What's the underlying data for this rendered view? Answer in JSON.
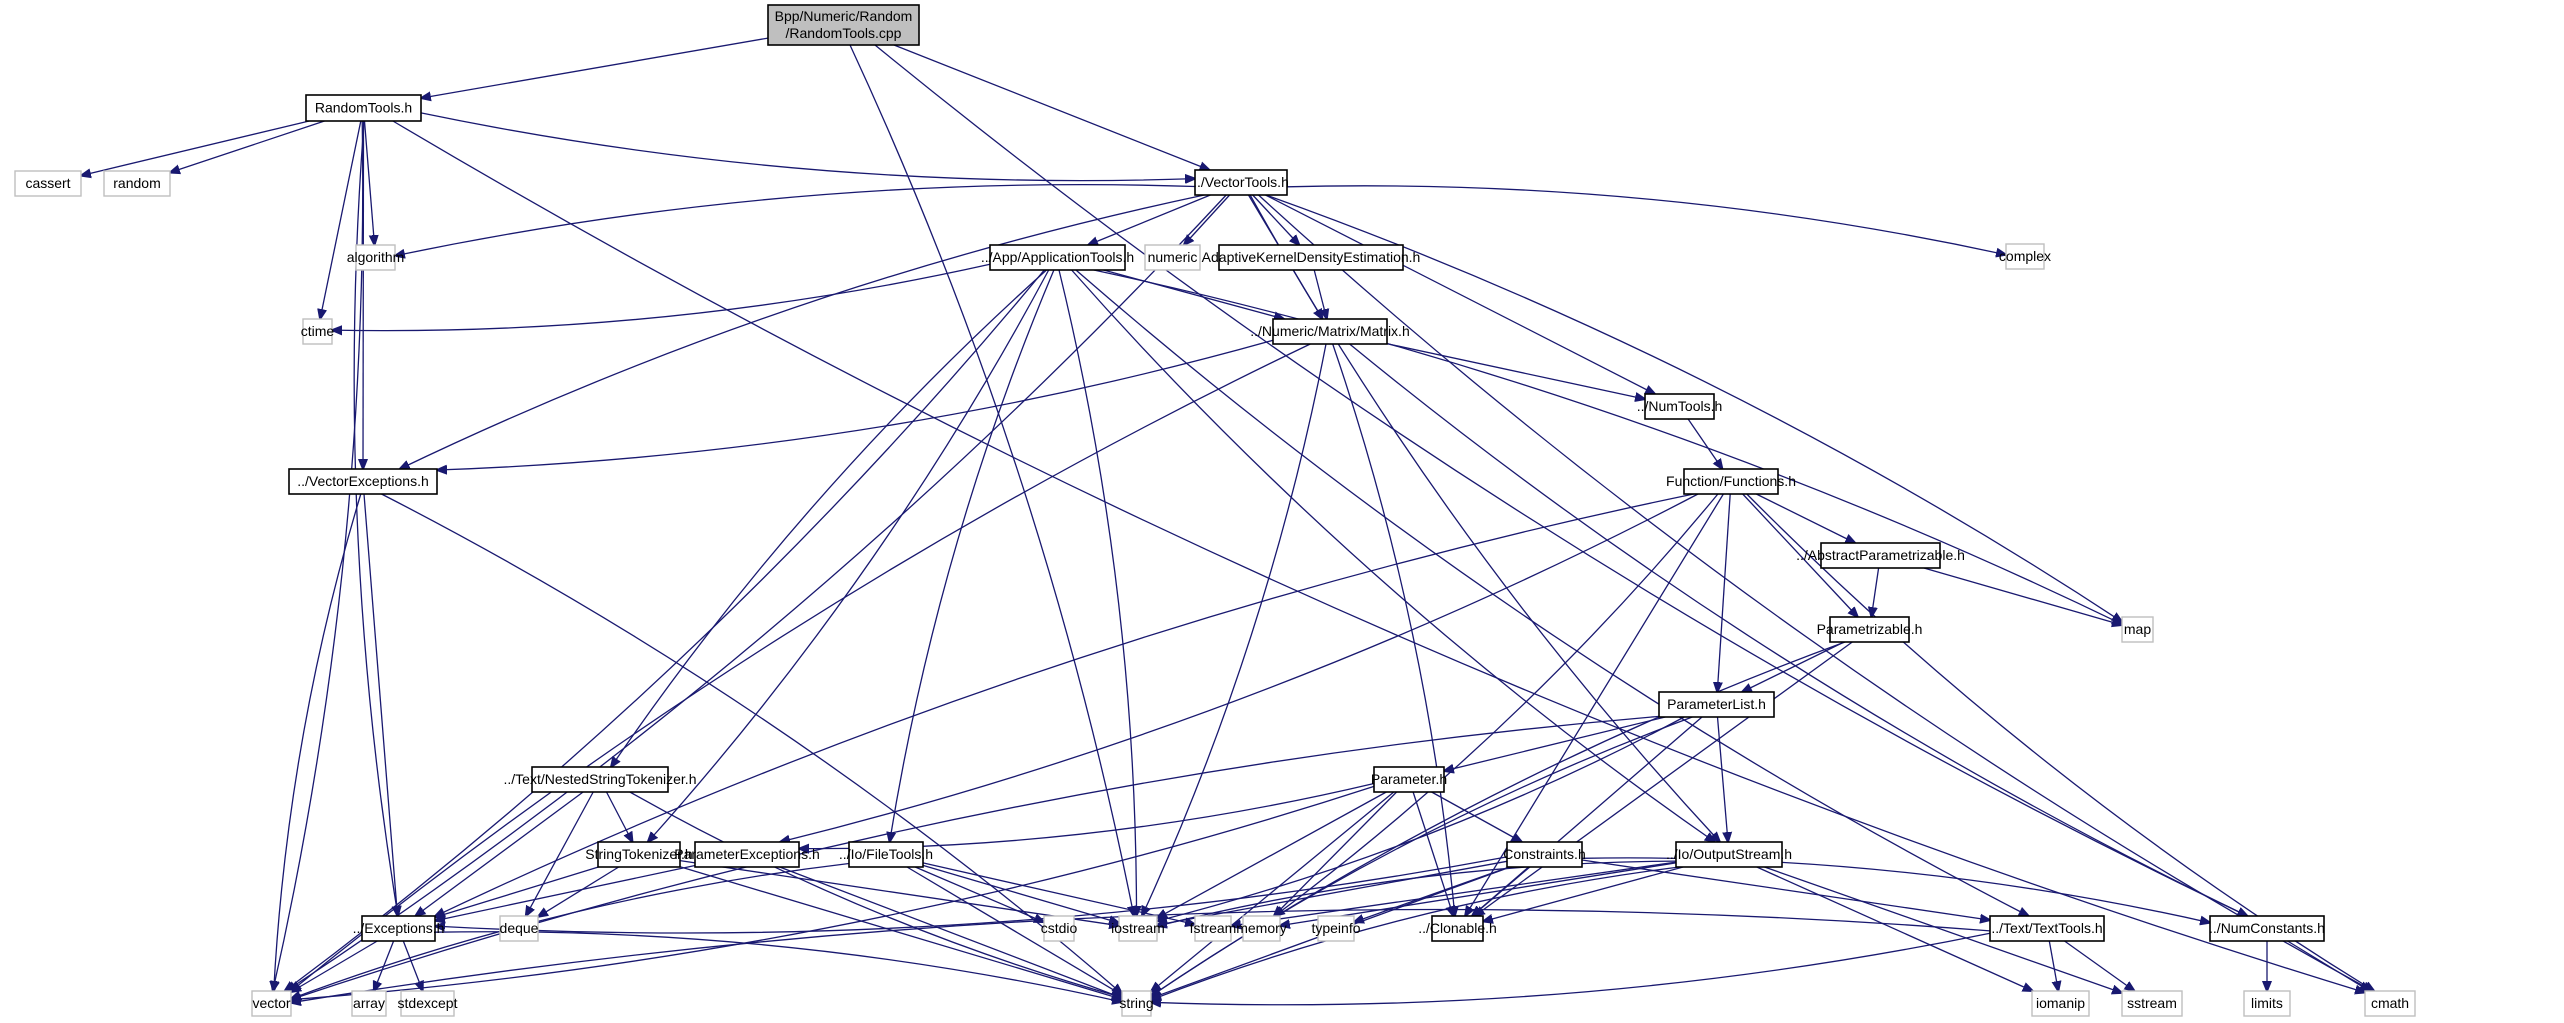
{
  "diagram": {
    "title": "Include dependency graph for Bpp/Numeric/Random/RandomTools.cpp",
    "colors": {
      "edge": "#191970",
      "main_node_fill": "#bfbfbf",
      "node_border": "#000000",
      "system_node_border": "#bfbfbf"
    },
    "nodes": [
      {
        "id": "root",
        "kind": "main",
        "label_lines": [
          "Bpp/Numeric/Random",
          "/RandomTools.cpp"
        ]
      },
      {
        "id": "RandomTools",
        "kind": "project",
        "label_lines": [
          "RandomTools.h"
        ]
      },
      {
        "id": "VectorTools",
        "kind": "project",
        "label_lines": [
          "../VectorTools.h"
        ]
      },
      {
        "id": "cassert",
        "kind": "system",
        "label_lines": [
          "cassert"
        ]
      },
      {
        "id": "random",
        "kind": "system",
        "label_lines": [
          "random"
        ]
      },
      {
        "id": "algorithm",
        "kind": "system",
        "label_lines": [
          "algorithm"
        ]
      },
      {
        "id": "numeric",
        "kind": "system",
        "label_lines": [
          "numeric"
        ]
      },
      {
        "id": "complex",
        "kind": "system",
        "label_lines": [
          "complex"
        ]
      },
      {
        "id": "ApplicationTools",
        "kind": "project",
        "label_lines": [
          "../App/ApplicationTools.h"
        ]
      },
      {
        "id": "AKDE",
        "kind": "project",
        "label_lines": [
          "AdaptiveKernelDensityEstimation.h"
        ]
      },
      {
        "id": "ctime",
        "kind": "system",
        "label_lines": [
          "ctime"
        ]
      },
      {
        "id": "Matrix",
        "kind": "project",
        "label_lines": [
          "../Numeric/Matrix/Matrix.h"
        ]
      },
      {
        "id": "NumTools",
        "kind": "project",
        "label_lines": [
          "../NumTools.h"
        ]
      },
      {
        "id": "VectorExceptions",
        "kind": "project",
        "label_lines": [
          "../VectorExceptions.h"
        ]
      },
      {
        "id": "Functions",
        "kind": "project",
        "label_lines": [
          "Function/Functions.h"
        ]
      },
      {
        "id": "AbstractParametrizable",
        "kind": "project",
        "label_lines": [
          "../AbstractParametrizable.h"
        ]
      },
      {
        "id": "map",
        "kind": "system",
        "label_lines": [
          "map"
        ]
      },
      {
        "id": "Parametrizable",
        "kind": "project",
        "label_lines": [
          "Parametrizable.h"
        ]
      },
      {
        "id": "ParameterList",
        "kind": "project",
        "label_lines": [
          "ParameterList.h"
        ]
      },
      {
        "id": "NestedStringTokenizer",
        "kind": "project",
        "label_lines": [
          "../Text/NestedStringTokenizer.h"
        ]
      },
      {
        "id": "Parameter",
        "kind": "project",
        "label_lines": [
          "Parameter.h"
        ]
      },
      {
        "id": "StringTokenizer",
        "kind": "project",
        "label_lines": [
          "StringTokenizer.h"
        ]
      },
      {
        "id": "ParameterExceptions",
        "kind": "project",
        "label_lines": [
          "ParameterExceptions.h"
        ]
      },
      {
        "id": "FileTools",
        "kind": "project",
        "label_lines": [
          "../Io/FileTools.h"
        ]
      },
      {
        "id": "Constraints",
        "kind": "project",
        "label_lines": [
          "Constraints.h"
        ]
      },
      {
        "id": "OutputStream",
        "kind": "project",
        "label_lines": [
          "../Io/OutputStream.h"
        ]
      },
      {
        "id": "Exceptions",
        "kind": "project",
        "label_lines": [
          "../Exceptions.h"
        ]
      },
      {
        "id": "deque",
        "kind": "system",
        "label_lines": [
          "deque"
        ]
      },
      {
        "id": "iostream",
        "kind": "system",
        "label_lines": [
          "iostream"
        ]
      },
      {
        "id": "cstdio",
        "kind": "system",
        "label_lines": [
          "cstdio"
        ]
      },
      {
        "id": "fstream",
        "kind": "system",
        "label_lines": [
          "fstream"
        ]
      },
      {
        "id": "memory",
        "kind": "system",
        "label_lines": [
          "memory"
        ]
      },
      {
        "id": "typeinfo",
        "kind": "system",
        "label_lines": [
          "typeinfo"
        ]
      },
      {
        "id": "Clonable",
        "kind": "project",
        "label_lines": [
          "../Clonable.h"
        ]
      },
      {
        "id": "TextTools",
        "kind": "project",
        "label_lines": [
          "../Text/TextTools.h"
        ]
      },
      {
        "id": "NumConstants",
        "kind": "project",
        "label_lines": [
          "../NumConstants.h"
        ]
      },
      {
        "id": "vector",
        "kind": "system",
        "label_lines": [
          "vector"
        ]
      },
      {
        "id": "array",
        "kind": "system",
        "label_lines": [
          "array"
        ]
      },
      {
        "id": "stdexcept",
        "kind": "system",
        "label_lines": [
          "stdexcept"
        ]
      },
      {
        "id": "string",
        "kind": "system",
        "label_lines": [
          "string"
        ]
      },
      {
        "id": "iomanip",
        "kind": "system",
        "label_lines": [
          "iomanip"
        ]
      },
      {
        "id": "sstream",
        "kind": "system",
        "label_lines": [
          "sstream"
        ]
      },
      {
        "id": "limits",
        "kind": "system",
        "label_lines": [
          "limits"
        ]
      },
      {
        "id": "cmath",
        "kind": "system",
        "label_lines": [
          "cmath"
        ]
      }
    ],
    "edges": [
      [
        "root",
        "RandomTools"
      ],
      [
        "root",
        "VectorTools"
      ],
      [
        "root",
        "NumConstants"
      ],
      [
        "root",
        "iostream"
      ],
      [
        "RandomTools",
        "cassert"
      ],
      [
        "RandomTools",
        "random"
      ],
      [
        "RandomTools",
        "VectorTools"
      ],
      [
        "RandomTools",
        "algorithm"
      ],
      [
        "RandomTools",
        "ctime"
      ],
      [
        "RandomTools",
        "VectorExceptions"
      ],
      [
        "RandomTools",
        "Exceptions"
      ],
      [
        "RandomTools",
        "vector"
      ],
      [
        "RandomTools",
        "cmath"
      ],
      [
        "VectorTools",
        "ApplicationTools"
      ],
      [
        "VectorTools",
        "numeric"
      ],
      [
        "VectorTools",
        "AKDE"
      ],
      [
        "VectorTools",
        "algorithm"
      ],
      [
        "VectorTools",
        "complex"
      ],
      [
        "VectorTools",
        "cmath"
      ],
      [
        "VectorTools",
        "map"
      ],
      [
        "VectorTools",
        "Matrix"
      ],
      [
        "VectorTools",
        "NumTools"
      ],
      [
        "VectorTools",
        "VectorExceptions"
      ],
      [
        "VectorTools",
        "vector"
      ],
      [
        "VectorTools",
        "OutputStream"
      ],
      [
        "ApplicationTools",
        "ctime"
      ],
      [
        "ApplicationTools",
        "Matrix"
      ],
      [
        "ApplicationTools",
        "map"
      ],
      [
        "ApplicationTools",
        "NestedStringTokenizer"
      ],
      [
        "ApplicationTools",
        "StringTokenizer"
      ],
      [
        "ApplicationTools",
        "FileTools"
      ],
      [
        "ApplicationTools",
        "iostream"
      ],
      [
        "ApplicationTools",
        "OutputStream"
      ],
      [
        "ApplicationTools",
        "vector"
      ],
      [
        "ApplicationTools",
        "TextTools"
      ],
      [
        "AKDE",
        "Matrix"
      ],
      [
        "Matrix",
        "NumTools"
      ],
      [
        "Matrix",
        "VectorExceptions"
      ],
      [
        "Matrix",
        "vector"
      ],
      [
        "Matrix",
        "iostream"
      ],
      [
        "Matrix",
        "NumConstants"
      ],
      [
        "Matrix",
        "Clonable"
      ],
      [
        "NumTools",
        "Functions"
      ],
      [
        "VectorExceptions",
        "Exceptions"
      ],
      [
        "VectorExceptions",
        "vector"
      ],
      [
        "VectorExceptions",
        "string"
      ],
      [
        "Functions",
        "AbstractParametrizable"
      ],
      [
        "Functions",
        "Parametrizable"
      ],
      [
        "Functions",
        "ParameterList"
      ],
      [
        "Functions",
        "ParameterExceptions"
      ],
      [
        "Functions",
        "Exceptions"
      ],
      [
        "Functions",
        "memory"
      ],
      [
        "Functions",
        "cmath"
      ],
      [
        "Functions",
        "Clonable"
      ],
      [
        "AbstractParametrizable",
        "Parametrizable"
      ],
      [
        "AbstractParametrizable",
        "map"
      ],
      [
        "Parametrizable",
        "ParameterList"
      ],
      [
        "Parametrizable",
        "Clonable"
      ],
      [
        "Parametrizable",
        "string"
      ],
      [
        "ParameterList",
        "Parameter"
      ],
      [
        "ParameterList",
        "vector"
      ],
      [
        "ParameterList",
        "iostream"
      ],
      [
        "ParameterList",
        "OutputStream"
      ],
      [
        "ParameterList",
        "Clonable"
      ],
      [
        "ParameterList",
        "string"
      ],
      [
        "NestedStringTokenizer",
        "StringTokenizer"
      ],
      [
        "NestedStringTokenizer",
        "Exceptions"
      ],
      [
        "NestedStringTokenizer",
        "deque"
      ],
      [
        "NestedStringTokenizer",
        "string"
      ],
      [
        "Parameter",
        "ParameterExceptions"
      ],
      [
        "Parameter",
        "Constraints"
      ],
      [
        "Parameter",
        "vector"
      ],
      [
        "Parameter",
        "iostream"
      ],
      [
        "Parameter",
        "memory"
      ],
      [
        "Parameter",
        "string"
      ],
      [
        "Parameter",
        "Clonable"
      ],
      [
        "StringTokenizer",
        "Exceptions"
      ],
      [
        "StringTokenizer",
        "deque"
      ],
      [
        "StringTokenizer",
        "string"
      ],
      [
        "StringTokenizer",
        "iostream"
      ],
      [
        "ParameterExceptions",
        "Exceptions"
      ],
      [
        "ParameterExceptions",
        "string"
      ],
      [
        "FileTools",
        "cstdio"
      ],
      [
        "FileTools",
        "iostream"
      ],
      [
        "FileTools",
        "fstream"
      ],
      [
        "FileTools",
        "string"
      ],
      [
        "FileTools",
        "vector"
      ],
      [
        "Constraints",
        "Exceptions"
      ],
      [
        "Constraints",
        "iostream"
      ],
      [
        "Constraints",
        "typeinfo"
      ],
      [
        "Constraints",
        "Clonable"
      ],
      [
        "Constraints",
        "NumConstants"
      ],
      [
        "Constraints",
        "TextTools"
      ],
      [
        "Constraints",
        "string"
      ],
      [
        "OutputStream",
        "iostream"
      ],
      [
        "OutputStream",
        "fstream"
      ],
      [
        "OutputStream",
        "memory"
      ],
      [
        "OutputStream",
        "Clonable"
      ],
      [
        "OutputStream",
        "string"
      ],
      [
        "OutputStream",
        "iomanip"
      ],
      [
        "OutputStream",
        "sstream"
      ],
      [
        "Exceptions",
        "array"
      ],
      [
        "Exceptions",
        "stdexcept"
      ],
      [
        "Exceptions",
        "string"
      ],
      [
        "Exceptions",
        "vector"
      ],
      [
        "TextTools",
        "iomanip"
      ],
      [
        "TextTools",
        "sstream"
      ],
      [
        "TextTools",
        "string"
      ],
      [
        "TextTools",
        "vector"
      ],
      [
        "NumConstants",
        "limits"
      ],
      [
        "NumConstants",
        "cmath"
      ]
    ]
  }
}
